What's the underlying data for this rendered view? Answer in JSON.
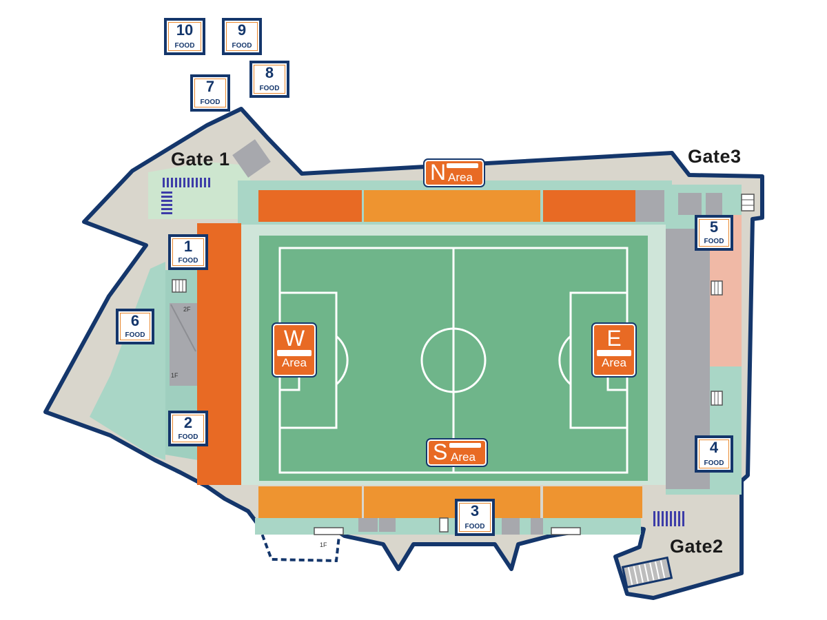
{
  "food_label": "FOOD",
  "food_stalls": [
    {
      "number": "1"
    },
    {
      "number": "2"
    },
    {
      "number": "3"
    },
    {
      "number": "4"
    },
    {
      "number": "5"
    },
    {
      "number": "6"
    },
    {
      "number": "7"
    },
    {
      "number": "8"
    },
    {
      "number": "9"
    },
    {
      "number": "10"
    }
  ],
  "gates": {
    "gate1": "Gate 1",
    "gate2": "Gate2",
    "gate3": "Gate3"
  },
  "areas": {
    "north": {
      "letter": "N",
      "word": "Area"
    },
    "south": {
      "letter": "S",
      "word": "Area"
    },
    "east": {
      "letter": "E",
      "word": "Area"
    },
    "west": {
      "letter": "W",
      "word": "Area"
    }
  },
  "floor_labels": {
    "west_upper": "2F",
    "west_lower": "1F",
    "south_lower": "1F"
  },
  "colors": {
    "outline": "#14366b",
    "concourse": "#d9d6cc",
    "pitch": "#6fb58a",
    "stand_dark": "#e86a24",
    "stand_light": "#ee9430",
    "food_border": "#14366b",
    "food_accent": "#e8852a"
  }
}
